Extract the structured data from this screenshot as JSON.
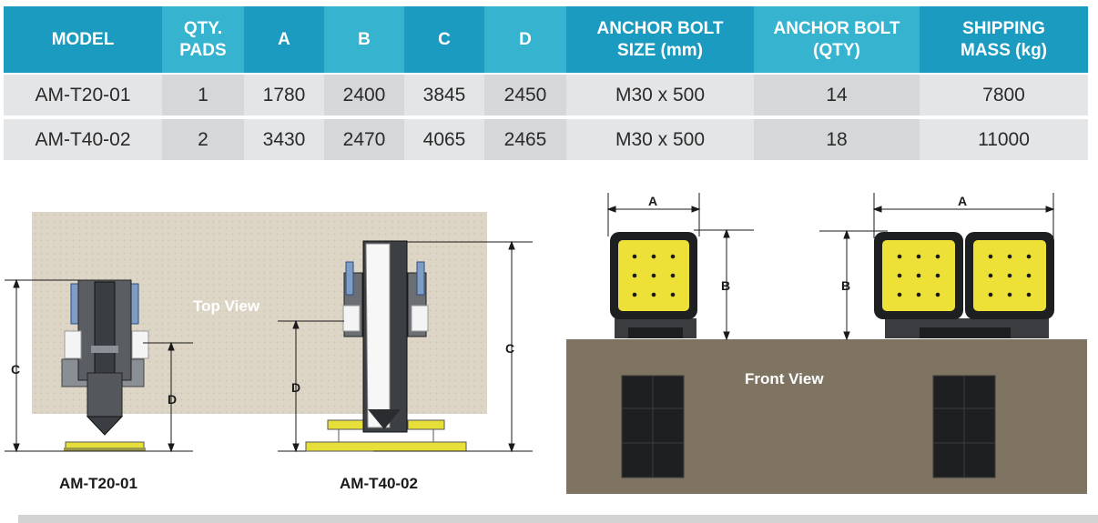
{
  "table": {
    "headers": {
      "model": "MODEL",
      "qty_pads_1": "QTY.",
      "qty_pads_2": "PADS",
      "a": "A",
      "b": "B",
      "c": "C",
      "d": "D",
      "bolt_size_1": "ANCHOR BOLT",
      "bolt_size_2": "SIZE (mm)",
      "bolt_qty_1": "ANCHOR BOLT",
      "bolt_qty_2": "(QTY)",
      "mass_1": "SHIPPING",
      "mass_2": "MASS (kg)"
    },
    "rows": [
      {
        "model": "AM-T20-01",
        "pads": "1",
        "a": "1780",
        "b": "2400",
        "c": "3845",
        "d": "2450",
        "bolt_size": "M30 x 500",
        "bolt_qty": "14",
        "mass": "7800"
      },
      {
        "model": "AM-T40-02",
        "pads": "2",
        "a": "3430",
        "b": "2470",
        "c": "4065",
        "d": "2465",
        "bolt_size": "M30 x 500",
        "bolt_qty": "18",
        "mass": "11000"
      }
    ]
  },
  "drawings": {
    "top_view_label": "Top View",
    "front_view_label": "Front View",
    "caption_left": "AM-T20-01",
    "caption_right": "AM-T40-02",
    "dim_a": "A",
    "dim_b": "B",
    "dim_c": "C",
    "dim_d": "D"
  },
  "colors": {
    "header_dark": "#1b9bbf",
    "header_light": "#35b3cf",
    "pad_yellow": "#e8e03a",
    "frame_dark": "#2b2b2b"
  }
}
